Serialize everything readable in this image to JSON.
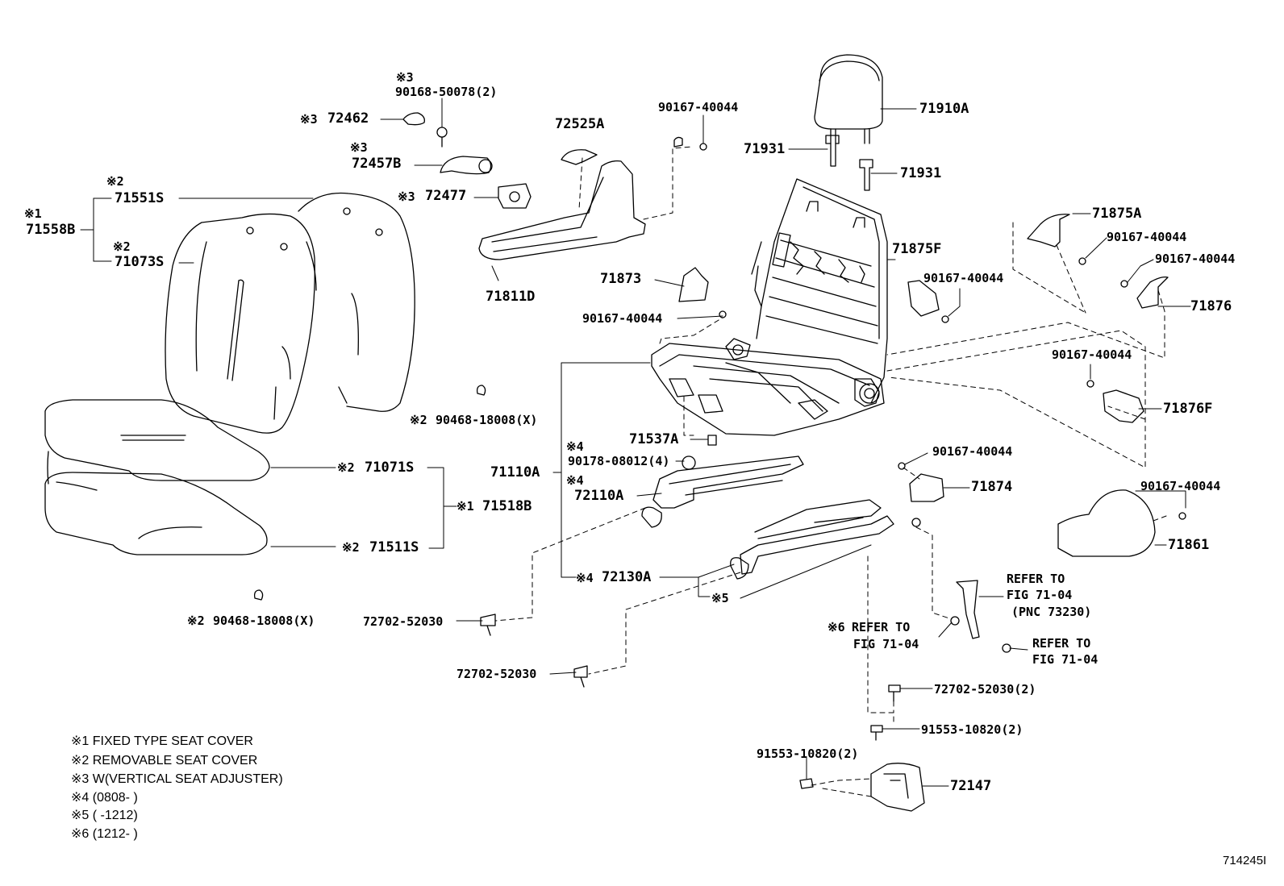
{
  "diagram_id": "714245I",
  "parts": {
    "p71910A": "71910A",
    "p71931a": "71931",
    "p71931b": "71931",
    "p72525A": "72525A",
    "p90167_top": "90167-40044",
    "p72462": "72462",
    "p72457B": "72457B",
    "p72477": "72477",
    "p90168": "90168-50078(2)",
    "p71551S": "71551S",
    "p71558B": "71558B",
    "p71073S": "71073S",
    "p71811D": "71811D",
    "p71873": "71873",
    "p90167_71873": "90167-40044",
    "p71875F": "71875F",
    "p90167_71875F": "90167-40044",
    "p71875A": "71875A",
    "p90167_71875A": "90167-40044",
    "p90167_71876": "90167-40044",
    "p71876": "71876",
    "p90167_71876F": "90167-40044",
    "p71876F": "71876F",
    "p90468a": "90468-18008(X)",
    "p71537A": "71537A",
    "p71110A": "71110A",
    "p90178": "90178-08012(4)",
    "p72110A": "72110A",
    "p71071S": "71071S",
    "p71518B": "71518B",
    "p71511S": "71511S",
    "p90167_71874": "90167-40044",
    "p71874": "71874",
    "p90167_71861": "90167-40044",
    "p71861": "71861",
    "p72130A": "72130A",
    "p90468b": "90468-18008(X)",
    "p72702a": "72702-52030",
    "p72702b": "72702-52030",
    "p72702c": "72702-52030(2)",
    "p91553a": "91553-10820(2)",
    "p91553b": "91553-10820(2)",
    "p72147": "72147"
  },
  "marks": {
    "m1": "※1",
    "m2": "※2",
    "m3": "※3",
    "m4": "※4",
    "m5": "※5",
    "m6": "※6"
  },
  "refs": {
    "refer_to": "REFER TO",
    "fig": "FIG 71-04",
    "pnc": "(PNC 73230)"
  },
  "legend": [
    "※1 FIXED TYPE SEAT COVER",
    "※2 REMOVABLE SEAT COVER",
    "※3 W(VERTICAL SEAT ADJUSTER)",
    "※4 (0808-      )",
    "※5 (      -1212)",
    "※6 (1212-      )"
  ]
}
